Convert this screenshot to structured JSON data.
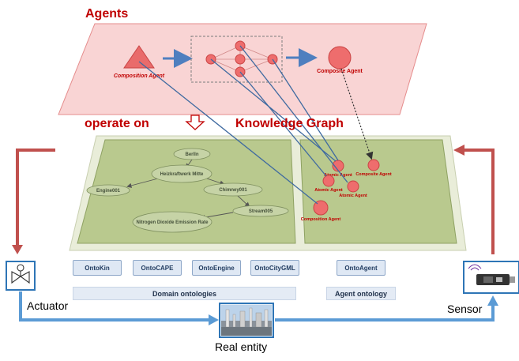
{
  "labels": {
    "agents": "Agents",
    "operate_on": "operate on",
    "knowledge_graph": "Knowledge Graph",
    "actuator": "Actuator",
    "sensor": "Sensor",
    "real_entity": "Real entity"
  },
  "agent_layer": {
    "composition_agent": "Composition Agent",
    "composite_agent": "Composite Agent"
  },
  "graph_nodes": {
    "n1": "BerlIn",
    "n2": "Heizkraftwerk Mitte",
    "n3": "Engine001",
    "n4": "Chimney001",
    "n5": "Stream005",
    "n6": "Nitrogen Dioxide Emission Rate"
  },
  "agent_nodes": {
    "a1": "Composite Agent",
    "a2": "Atomic Agent",
    "a3": "Atomic Agent",
    "a4": "Atomic Agent",
    "a5": "Composition Agent"
  },
  "ontologies": [
    "OntoKin",
    "OntoCAPE",
    "OntoEngine",
    "OntoCityGML",
    "OntoAgent"
  ],
  "bands": {
    "domain": "Domain ontologies",
    "agent": "Agent ontology"
  },
  "colors": {
    "agent_plane": "#f9d4d4",
    "graph_plane": "#e9edd9",
    "graph_panel": "#b9c98e",
    "accent_red": "#c00000",
    "node_red": "#ee6d6d",
    "arrow_blue": "#4f7fbf",
    "feedback_red": "#c0504d"
  }
}
